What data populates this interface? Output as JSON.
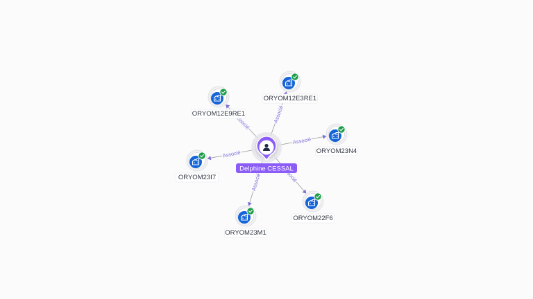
{
  "center": {
    "label": "Delphine CESSAL",
    "icon": "person-icon",
    "color": "#8b5cf6"
  },
  "edge_label": "Associé",
  "colors": {
    "building": "#1565d8",
    "check": "#1e9e4a",
    "edge": "#9a9a9a",
    "edge_label": "#7a6fd6"
  },
  "nodes": [
    {
      "id": "n1",
      "label": "ORYOM12E3RE1",
      "icon": "building-icon"
    },
    {
      "id": "n2",
      "label": "ORYOM12E9RE1",
      "icon": "building-icon"
    },
    {
      "id": "n3",
      "label": "ORYOM23N4",
      "icon": "building-icon"
    },
    {
      "id": "n4",
      "label": "ORYOM23I7",
      "icon": "building-icon"
    },
    {
      "id": "n5",
      "label": "ORYOM23M1",
      "icon": "building-icon"
    },
    {
      "id": "n6",
      "label": "ORYOM22F6",
      "icon": "building-icon"
    }
  ]
}
